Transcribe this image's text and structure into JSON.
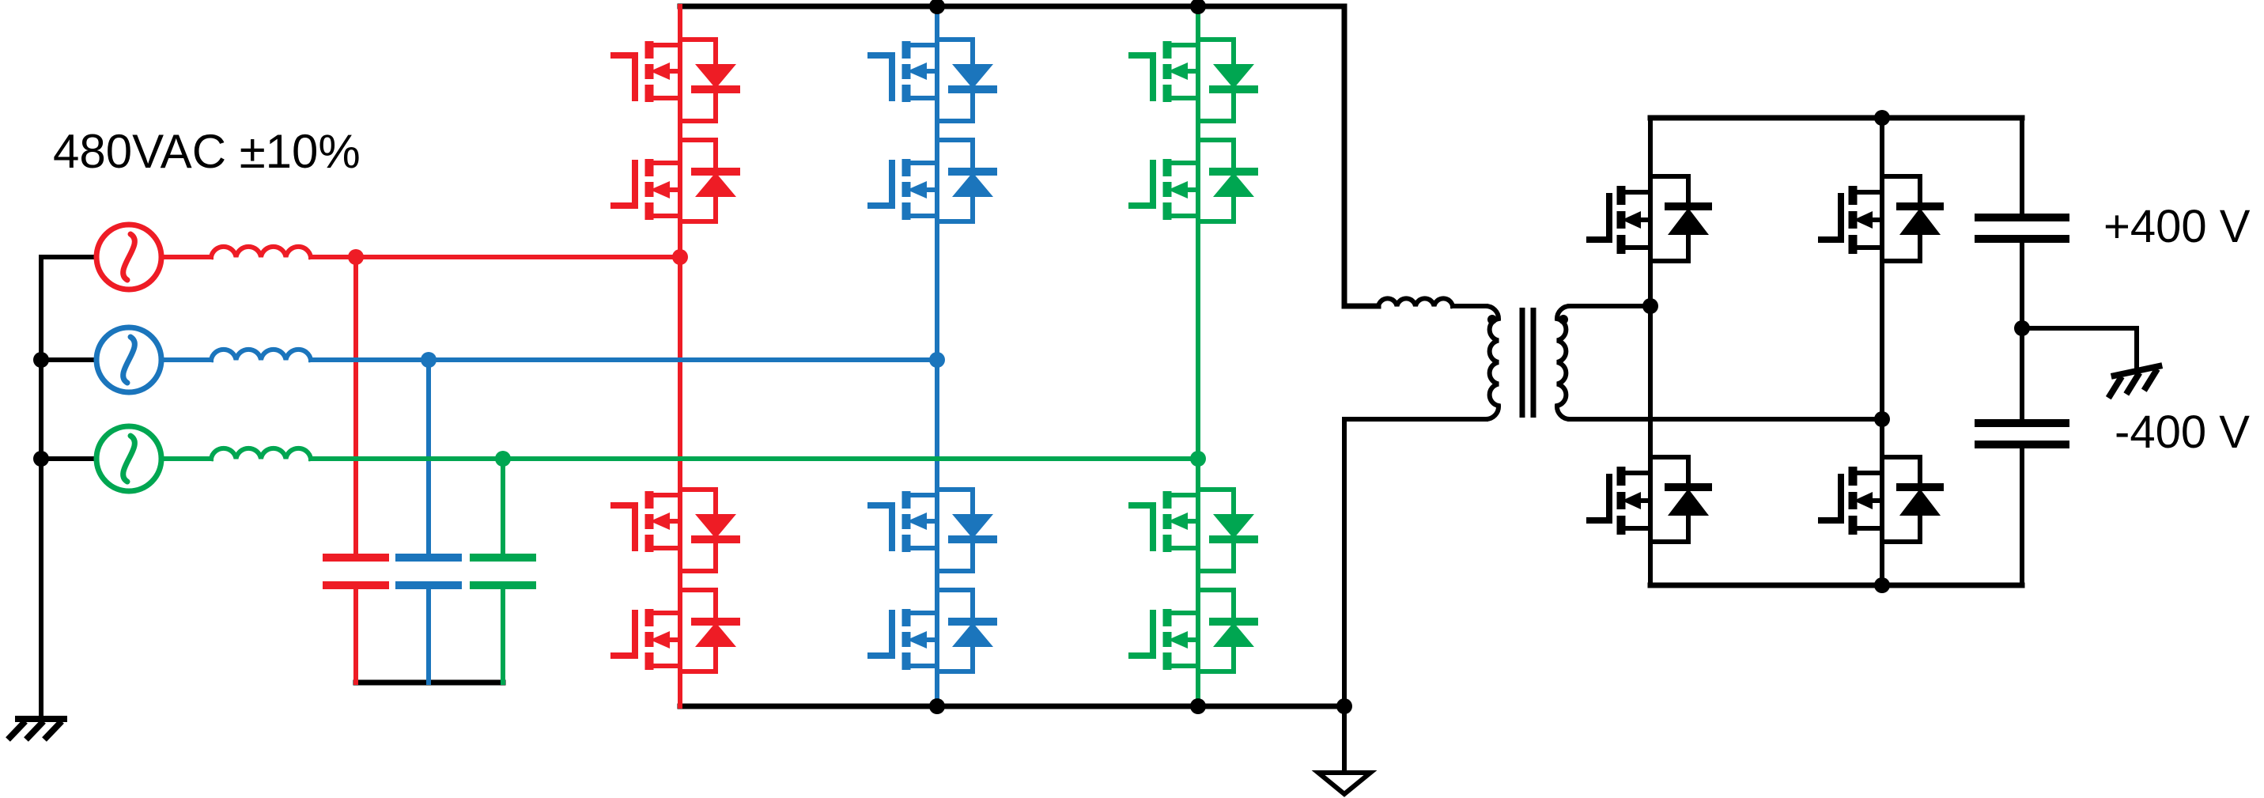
{
  "diagram": {
    "labels": {
      "input_voltage": "480VAC ±10%",
      "output_positive": "+400 V",
      "output_negative": "-400 V"
    },
    "colors": {
      "phase_a": "#ee1c25",
      "phase_b": "#1b75bc",
      "phase_c": "#00a651",
      "wire": "#000000",
      "background": "#ffffff"
    },
    "phases": [
      {
        "id": "a",
        "color": "#ee1c25"
      },
      {
        "id": "b",
        "color": "#1b75bc"
      },
      {
        "id": "c",
        "color": "#00a651"
      }
    ],
    "icons": {
      "ac_source": "circle-with-sine-wave",
      "inductor": "four-hump-coil",
      "capacitor": "two-parallel-plates",
      "bidirectional_switch": "two-mosfets-back-to-back-with-body-diodes",
      "bridge_mosfet": "n-mosfet-with-body-diode",
      "transformer": "two-windings-with-core-and-polarity-dots",
      "earth_ground": "bar-with-diagonal-hatches",
      "signal_ground": "hollow-triangle"
    }
  }
}
